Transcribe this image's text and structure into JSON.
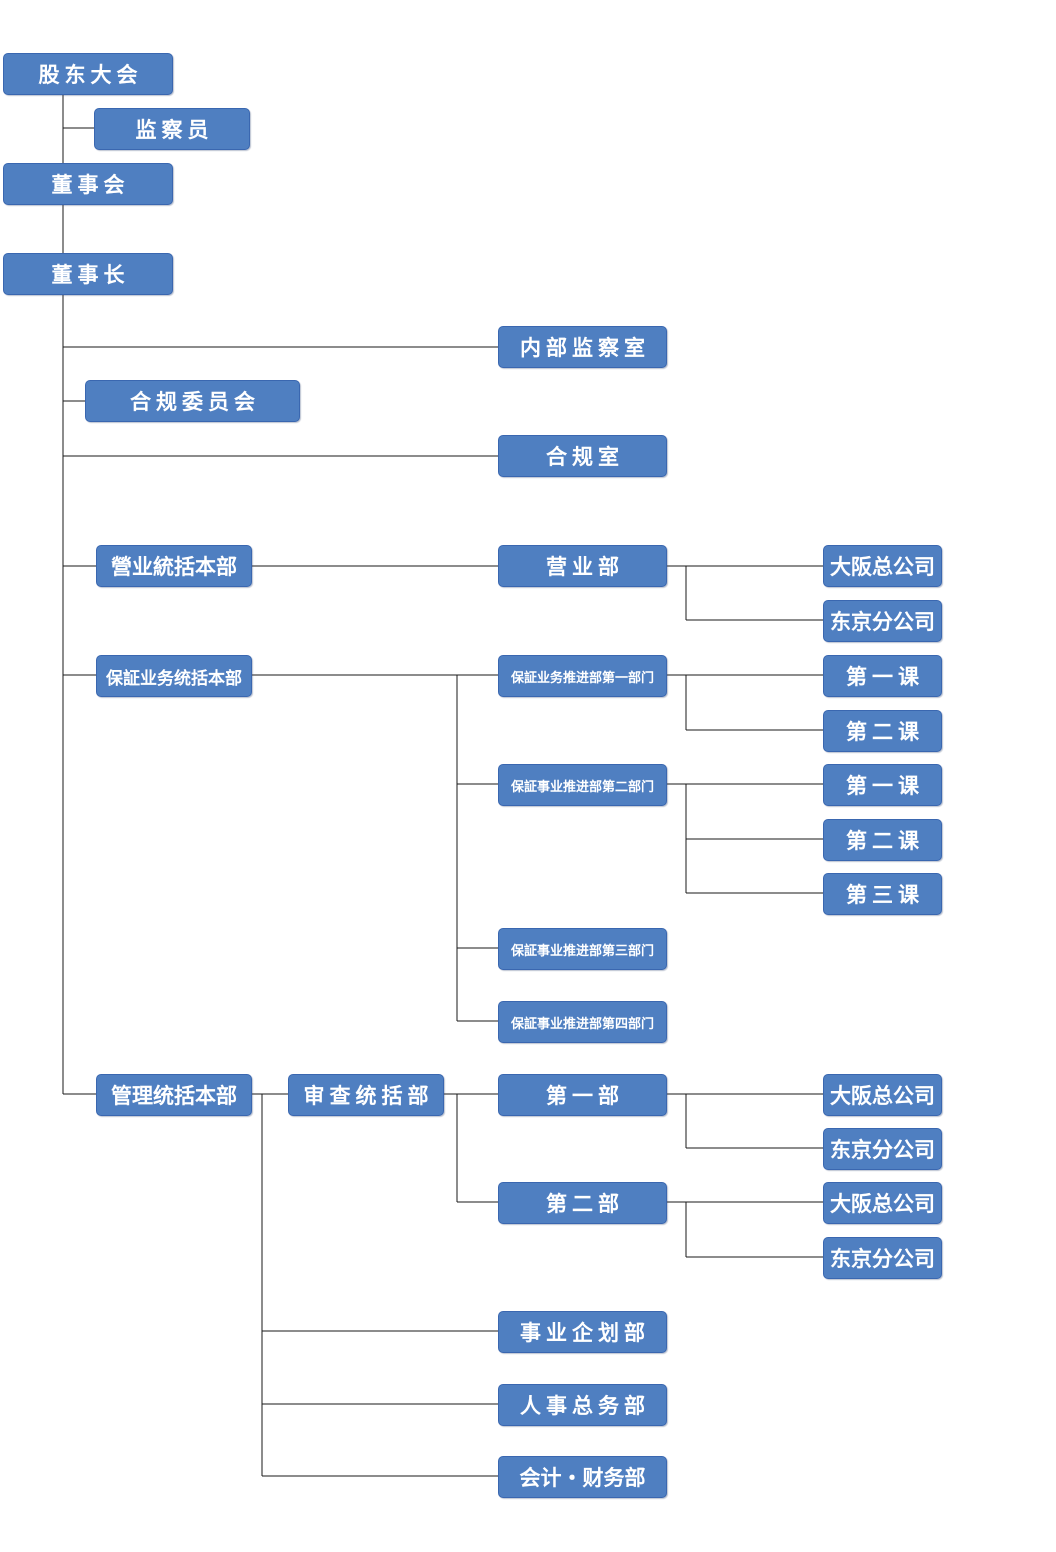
{
  "nodes": {
    "shareholders": "股东大会",
    "auditor": "监察员",
    "board": "董事会",
    "chairman": "董事长",
    "internal_audit": "内部监察室",
    "compliance_committee": "合规委员会",
    "compliance_office": "合规室",
    "sales_hq": "營业統括本部",
    "sales_dept": "营业部",
    "sales_osaka": "大阪总公司",
    "sales_tokyo": "东京分公司",
    "guarantee_hq": "保証业务统括本部",
    "guarantee_div1": "保証业务推进部第一部门",
    "div1_section1": "第一课",
    "div1_section2": "第二课",
    "guarantee_div2": "保証事业推进部第二部门",
    "div2_section1": "第一课",
    "div2_section2": "第二课",
    "div2_section3": "第三课",
    "guarantee_div3": "保証事业推进部第三部门",
    "guarantee_div4": "保証事业推进部第四部门",
    "admin_hq": "管理统括本部",
    "review_hq": "审查统括部",
    "review_dept1": "第一部",
    "review1_osaka": "大阪总公司",
    "review1_tokyo": "东京分公司",
    "review_dept2": "第二部",
    "review2_osaka": "大阪总公司",
    "review2_tokyo": "东京分公司",
    "business_planning": "事业企划部",
    "hr_general_affairs": "人事总务部",
    "accounting_finance": "会计・财务部"
  },
  "colors": {
    "box_fill": "#4f7fc1",
    "box_border": "#3a67b0",
    "text": "#ffffff",
    "connector": "#1a1a1a"
  }
}
